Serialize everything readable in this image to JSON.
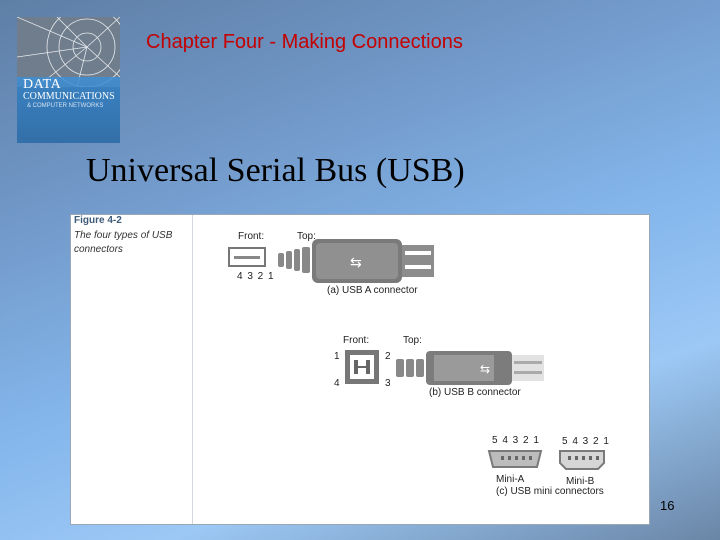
{
  "header": {
    "chapter_title": "Chapter Four - Making Connections"
  },
  "book_cover": {
    "line1": "DATA",
    "line2": "COMMUNICATIONS",
    "line3": "& COMPUTER NETWORKS"
  },
  "slide": {
    "title": "Universal Serial Bus (USB)",
    "page_number": "16"
  },
  "figure": {
    "number": "Figure 4-2",
    "caption": "The four types of USB connectors",
    "usb_a": {
      "front_label": "Front:",
      "top_label": "Top:",
      "pins": "4 3 2 1",
      "caption": "(a) USB A connector"
    },
    "usb_b": {
      "front_label": "Front:",
      "top_label": "Top:",
      "pin1": "1",
      "pin2": "2",
      "pin3": "3",
      "pin4": "4",
      "caption": "(b) USB B connector"
    },
    "mini": {
      "mini_a_pins": "5 4 3 2 1",
      "mini_b_pins": "5 4 3 2 1",
      "mini_a_label": "Mini-A",
      "mini_b_label": "Mini-B",
      "caption": "(c) USB mini connectors"
    }
  }
}
